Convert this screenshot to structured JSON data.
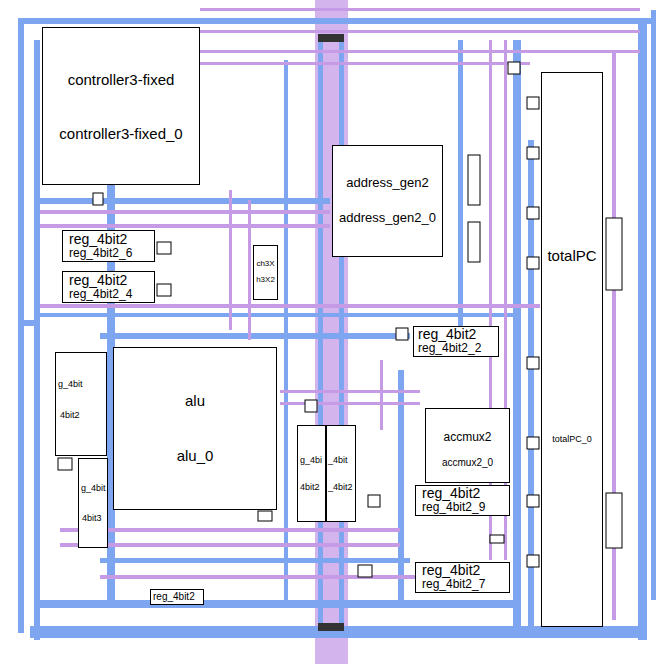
{
  "diagram": {
    "nodes": [
      {
        "text": [
          "controller3-fixed",
          "controller3-fixed_0"
        ]
      },
      {
        "text": [
          "reg_4bit2",
          "reg_4bit2_6"
        ]
      },
      {
        "text": [
          "reg_4bit2",
          "reg_4bit2_4"
        ]
      },
      {
        "text": [
          "ch3X",
          "h3X2"
        ]
      },
      {
        "text": [
          "address_gen2",
          "address_gen2_0"
        ]
      },
      {
        "text": [
          "totalPC",
          "totalPC_0"
        ]
      },
      {
        "text": [
          "reg_4bit2",
          "reg_4bit2_2"
        ]
      },
      {
        "text": [
          "alu",
          "alu_0"
        ]
      },
      {
        "text": [
          "g_4bit",
          "4bit2"
        ]
      },
      {
        "text": [
          "g_4bit",
          "4bit3"
        ]
      },
      {
        "text": [
          "g_4bi",
          "4bit2"
        ]
      },
      {
        "text": [
          "_4bit",
          "_4bit2"
        ]
      },
      {
        "text": [
          "accmux2",
          "accmux2_0"
        ]
      },
      {
        "text": [
          "reg_4bit2",
          "reg_4bit2_9"
        ]
      },
      {
        "text": [
          "reg_4bit2",
          "reg_4bit2_7"
        ]
      },
      {
        "text": [
          "reg_4bit2"
        ]
      }
    ]
  }
}
